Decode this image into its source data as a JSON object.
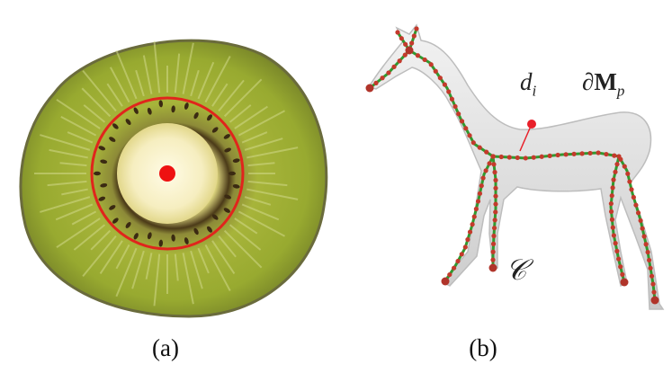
{
  "panel_a": {
    "caption": "(a)"
  },
  "panel_b": {
    "caption": "(b)",
    "label_distance": {
      "base": "d",
      "subscript": "i"
    },
    "label_boundary": {
      "prefix": "∂",
      "base": "M",
      "subscript": "p"
    },
    "label_curve": "𝒞"
  },
  "colors": {
    "kiwi_skin": "#8a8a42",
    "kiwi_flesh": "#a9b63a",
    "kiwi_core": "#f7f0c4",
    "seed": "#3b2a12",
    "red_circle": "#e0251c",
    "center_dot": "#ee1111",
    "horse_body": "#dedede",
    "skeleton_green": "#2f9a2f",
    "skeleton_node": "#c43a2c",
    "distance_point": "#e8202a"
  }
}
